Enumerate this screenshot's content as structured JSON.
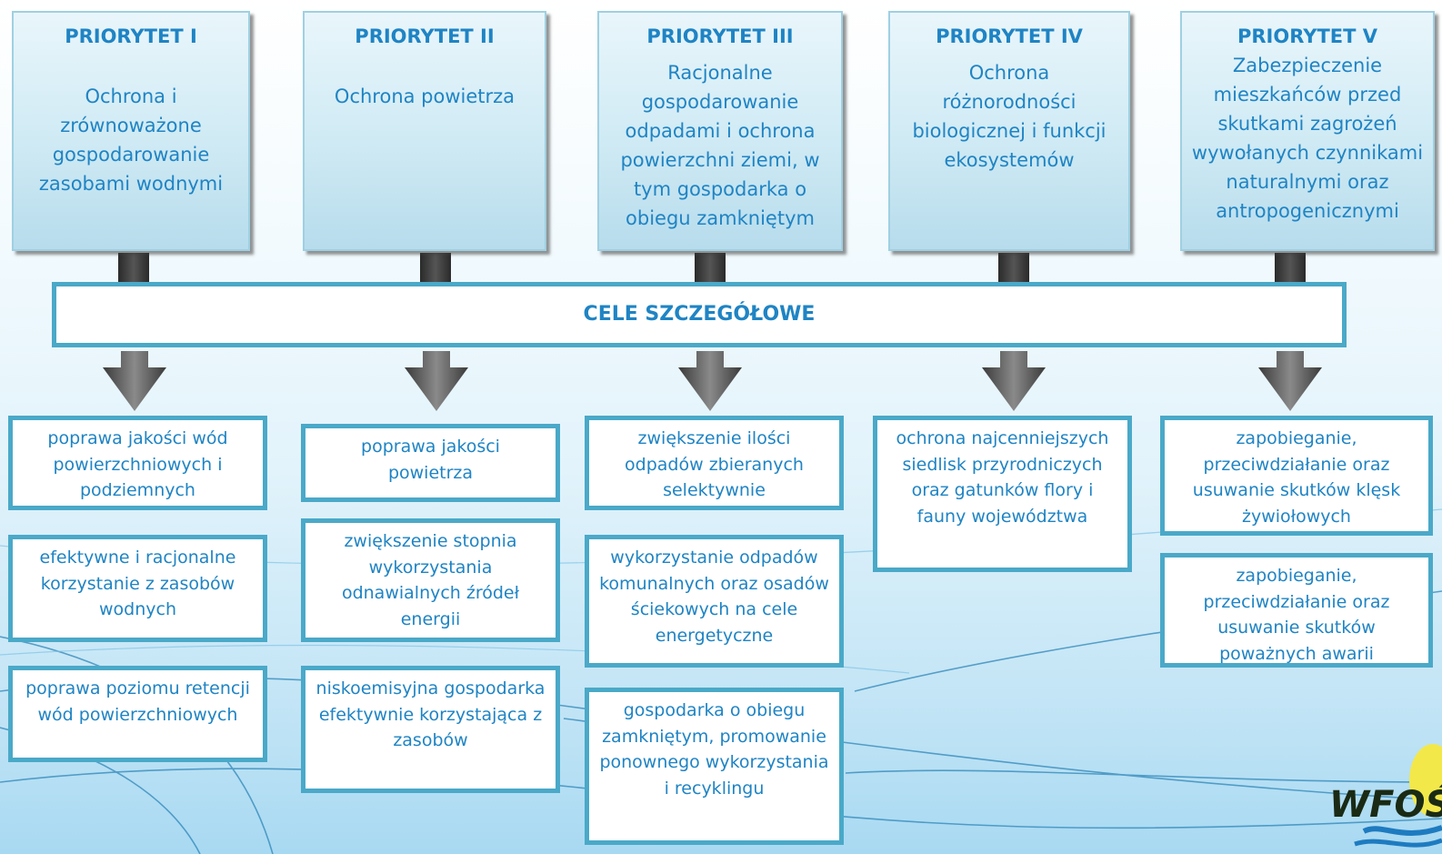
{
  "priorities": [
    {
      "title": "PRIORYTET I",
      "desc": "Ochrona i zrównoważone gospodarowanie zasobami wodnymi"
    },
    {
      "title": "PRIORYTET II",
      "desc": "Ochrona powietrza"
    },
    {
      "title": "PRIORYTET III",
      "desc": "Racjonalne gospodarowanie odpadami i ochrona powierzchni ziemi, w tym gospodarka o obiegu zamkniętym"
    },
    {
      "title": "PRIORYTET IV",
      "desc": "Ochrona różnorodności biologicznej i funkcji ekosystemów"
    },
    {
      "title": "PRIORYTET V",
      "desc": "Zabezpieczenie mieszkańców przed skutkami zagrożeń wywołanych czynnikami naturalnymi oraz antropogenicznymi"
    }
  ],
  "cele_title": "CELE SZCZEGÓŁOWE",
  "goals": {
    "col1": [
      "poprawa jakości wód powierzchniowych i podziemnych",
      "efektywne i racjonalne korzystanie z zasobów wodnych",
      "poprawa poziomu retencji wód powierzchniowych"
    ],
    "col2": [
      "poprawa jakości powietrza",
      "zwiększenie stopnia wykorzystania odnawialnych źródeł energii",
      "niskoemisyjna gospodarka efektywnie korzystająca z zasobów"
    ],
    "col3": [
      "zwiększenie ilości odpadów zbieranych selektywnie",
      "wykorzystanie odpadów komunalnych oraz osadów ściekowych na cele energetyczne",
      "gospodarka o obiegu zamkniętym, promowanie ponownego wykorzystania i recyklingu"
    ],
    "col4": [
      "ochrona najcenniejszych siedlisk przyrodniczych oraz gatunków flory i fauny województwa"
    ],
    "col5": [
      "zapobieganie, przeciwdziałanie oraz usuwanie skutków klęsk żywiołowych",
      "zapobieganie, przeciwdziałanie oraz usuwanie skutków poważnych awarii"
    ]
  },
  "logo": {
    "text": "WFOŚ",
    "icon": "wfos-logo"
  }
}
